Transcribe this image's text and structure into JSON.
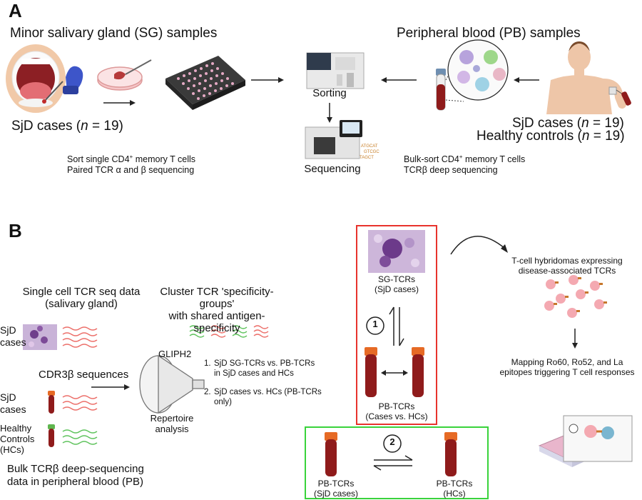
{
  "panelA": {
    "letter": "A",
    "sg_title": "Minor salivary gland (SG) samples",
    "pb_title": "Peripheral blood (PB) samples",
    "sg_cases_prefix": "SjD cases (",
    "n_label": "n",
    "sg_cases_suffix": " = 19)",
    "sorting": "Sorting",
    "sequencing": "Sequencing",
    "pb_cases_prefix": "SjD cases (",
    "pb_cases_suffix": " = 19)",
    "pb_controls_prefix": "Healthy controls (",
    "pb_controls_suffix": " = 19)",
    "sg_method_1a": "Sort single CD4",
    "sg_method_1b": " memory T cells",
    "sg_method_2": "Paired TCR α and β sequencing",
    "pb_method_1a": "Bulk-sort CD4",
    "pb_method_1b": " memory T cells",
    "pb_method_2": "TCRβ deep sequencing",
    "plus": "+"
  },
  "panelB": {
    "letter": "B",
    "sc_title_1": "Single cell TCR seq data",
    "sc_title_2": "(salivary gland)",
    "cluster_1": "Cluster TCR 'specificity-groups'",
    "cluster_2": "with shared antigen-specificity",
    "sjd_cases_1": "SjD",
    "sjd_cases_2": "cases",
    "sjd_cases_b1": "SjD",
    "sjd_cases_b2": "cases",
    "hc_1": "Healthy",
    "hc_2": "Controls",
    "hc_3": "(HCs)",
    "cdr3": "CDR3β sequences",
    "gliph": "GLIPH2",
    "repertoire_1": "Repertoire",
    "repertoire_2": "analysis",
    "list_1_num": "1.",
    "list_1_a": "SjD  SG-TCRs  vs.  PB-TCRs",
    "list_1_b": "in SjD cases and HCs",
    "list_2_num": "2.",
    "list_2_a": "SjD cases vs. HCs (PB-TCRs",
    "list_2_b": "only)",
    "bulk_1": "Bulk TCRβ deep-sequencing",
    "bulk_2": "data in peripheral blood (PB)",
    "sg_tcrs_1": "SG-TCRs",
    "sg_tcrs_2": "(SjD cases)",
    "circle_1": "1",
    "circle_2": "2",
    "pb_tcrs_cvh_1": "PB-TCRs",
    "pb_tcrs_cvh_2": "(Cases vs. HCs)",
    "pb_tcrs_sjd_1": "PB-TCRs",
    "pb_tcrs_sjd_2": "(SjD cases)",
    "pb_tcrs_hc_1": "PB-TCRs",
    "pb_tcrs_hc_2": "(HCs)",
    "hybridoma_1": "T-cell hybridomas expressing",
    "hybridoma_2": "disease-associated TCRs",
    "mapping_1": "Mapping Ro60, Ro52, and La",
    "mapping_2": "epitopes triggering T cell responses"
  },
  "colors": {
    "red_box": "#e8332d",
    "green_box": "#39d33b",
    "tcr_red": "#ec6f6a",
    "tcr_green": "#5fc35d",
    "blood": "#8f1b1b",
    "tube_cap": "#e66a25",
    "tissue": "#8a5aa6"
  }
}
